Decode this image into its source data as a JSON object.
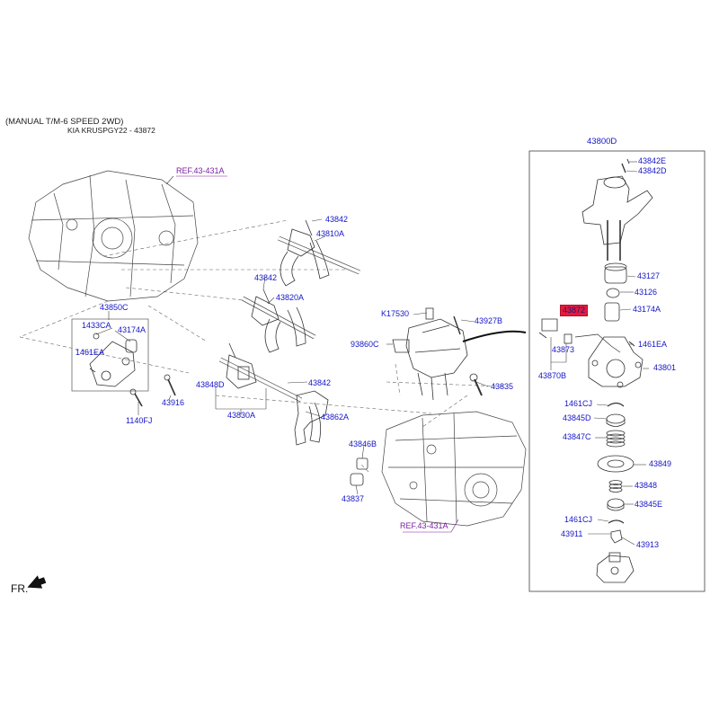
{
  "header": {
    "line1": "(MANUAL T/M-6 SPEED 2WD)",
    "line2": "KIA KRUSPGY22 - 43872"
  },
  "assembly_label": "43800D",
  "highlighted_part": "43872",
  "front_indicator": "FR.",
  "references": {
    "top": "REF.43-431A",
    "bottom": "REF.43-431A"
  },
  "labels": {
    "p43842_top": "43842",
    "p43810A": "43810A",
    "p43842_mid": "43842",
    "p43820A": "43820A",
    "p43850C": "43850C",
    "p1433CA": "1433CA",
    "p43174A_left": "43174A",
    "p1461EA_left": "1461EA",
    "p43916": "43916",
    "p1140FJ": "1140FJ",
    "p43848D": "43848D",
    "p43842_low": "43842",
    "p43830A": "43830A",
    "p43862A": "43862A",
    "pK17530": "K17530",
    "p43927B": "43927B",
    "p93860C": "93860C",
    "p43835": "43835",
    "p43846B": "43846B",
    "p43837": "43837",
    "p43842E": "43842E",
    "p43842D": "43842D",
    "p43127": "43127",
    "p43126": "43126",
    "p43174A_right": "43174A",
    "p1461EA_right": "1461EA",
    "p43873": "43873",
    "p43870B": "43870B",
    "p43801": "43801",
    "p1461CJ_a": "1461CJ",
    "p43845D": "43845D",
    "p43847C": "43847C",
    "p43849": "43849",
    "p43848": "43848",
    "p43845E": "43845E",
    "p1461CJ_b": "1461CJ",
    "p43911": "43911",
    "p43913": "43913"
  },
  "colors": {
    "label_text": "#1515c8",
    "reference_text": "#7a1fa2",
    "highlight_fill": "#e8183c",
    "line_art": "#333333"
  }
}
